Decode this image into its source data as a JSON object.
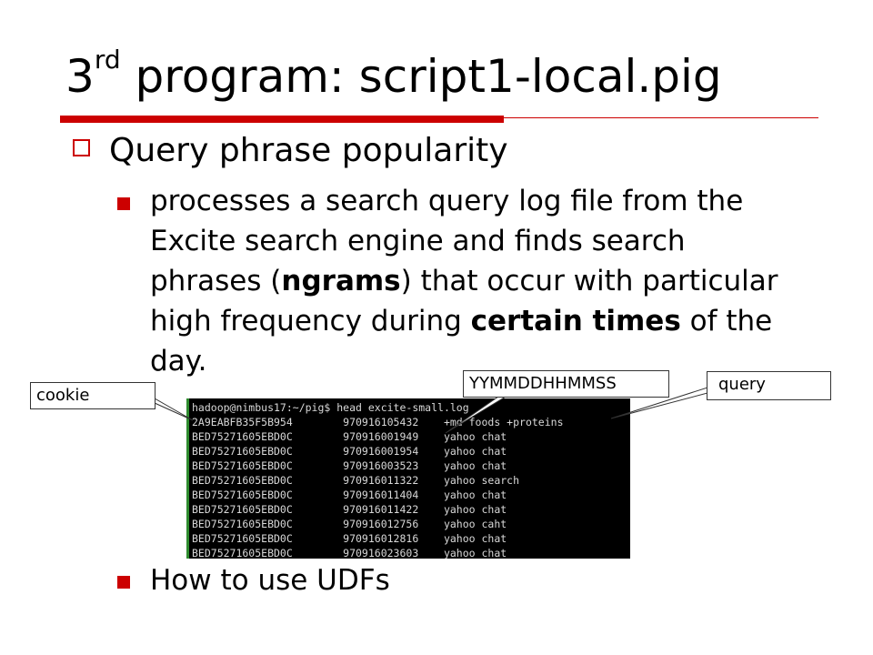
{
  "slide": {
    "title_prefix": "3",
    "title_sup": "rd",
    "title_rest": " program: script1-local.pig",
    "bullet1": "Query phrase popularity",
    "bullet2_a": "processes a search query log file from the Excite search engine and finds search phrases (",
    "bullet2_b": "ngrams",
    "bullet2_c": ") that occur with particular high frequency during ",
    "bullet2_d": "certain times",
    "bullet2_e": " of the day.",
    "bullet3": "How to use UDFs"
  },
  "callouts": {
    "cookie": "cookie",
    "timestamp": "YYMMDDHHMMSS",
    "query": "query"
  },
  "terminal": {
    "lines": [
      "hadoop@nimbus17:~/pig$ head excite-small.log",
      "2A9EABFB35F5B954        970916105432    +md foods +proteins",
      "BED75271605EBD0C        970916001949    yahoo chat",
      "BED75271605EBD0C        970916001954    yahoo chat",
      "BED75271605EBD0C        970916003523    yahoo chat",
      "BED75271605EBD0C        970916011322    yahoo search",
      "BED75271605EBD0C        970916011404    yahoo chat",
      "BED75271605EBD0C        970916011422    yahoo chat",
      "BED75271605EBD0C        970916012756    yahoo caht",
      "BED75271605EBD0C        970916012816    yahoo chat",
      "BED75271605EBD0C        970916023603    yahoo chat"
    ]
  },
  "colors": {
    "accent": "#cc0000",
    "terminal_bg": "#000000",
    "terminal_text": "#d8d8d8"
  }
}
